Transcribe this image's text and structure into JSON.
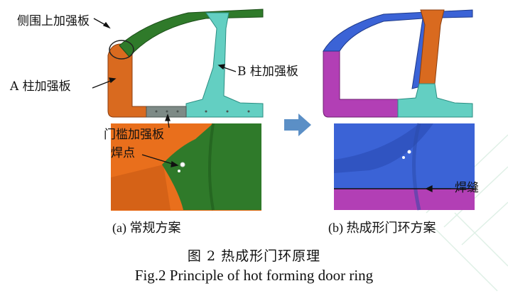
{
  "labels": {
    "side_panel_reinforcement": "侧围上加强板",
    "a_pillar": "A 柱加强板",
    "b_pillar": "B 柱加强板",
    "sill": "门槛加强板",
    "spot_weld": "焊点",
    "weld_seam": "焊缝"
  },
  "subcaptions": {
    "a": "(a) 常规方案",
    "b": "(b) 热成形门环方案"
  },
  "caption": {
    "cn": "图 2   热成形门环原理",
    "en": "Fig.2  Principle of hot forming door ring"
  },
  "colors": {
    "green": "#2f7a2a",
    "orange": "#d96a1f",
    "cyan": "#63cfc2",
    "gray": "#7d8a86",
    "blue": "#3b63d6",
    "magenta": "#b23fb5",
    "arrow": "#5b8fc6"
  }
}
